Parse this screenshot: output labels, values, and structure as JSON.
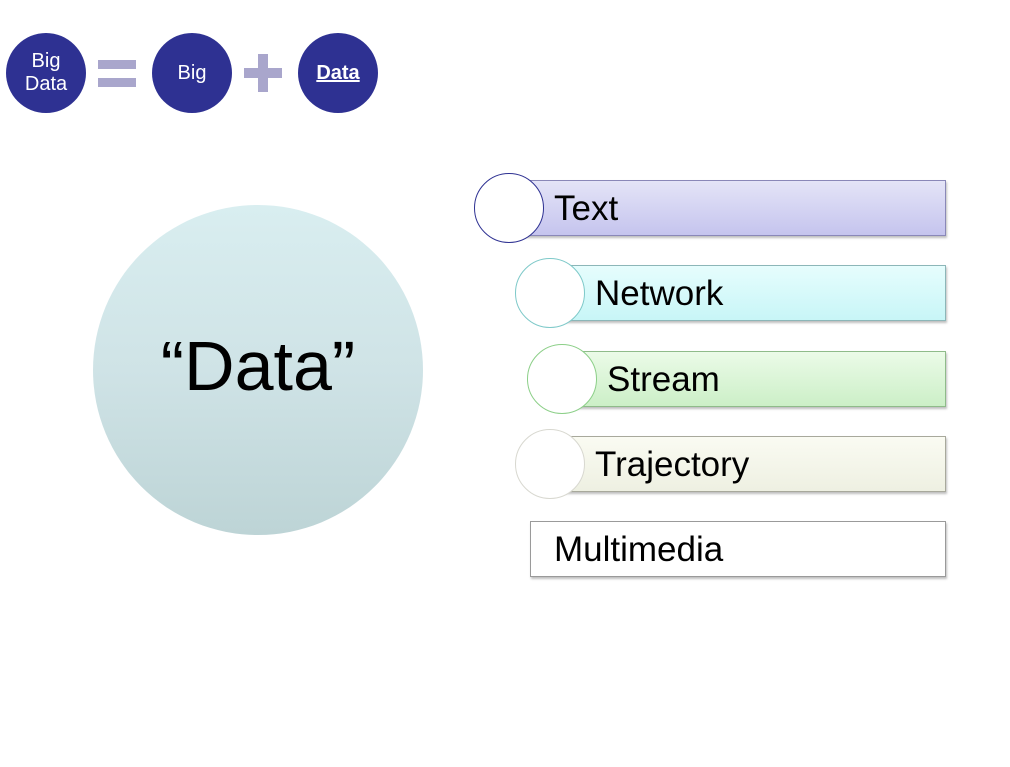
{
  "header": {
    "items": [
      {
        "label": "Big\nData"
      },
      {
        "label": "Big"
      },
      {
        "label": "Data"
      }
    ]
  },
  "main": {
    "circle_label": "“Data”",
    "types": [
      {
        "label": "Text",
        "color": "#c5c4ee"
      },
      {
        "label": "Network",
        "color": "#c8f6f7"
      },
      {
        "label": "Stream",
        "color": "#ccefc7"
      },
      {
        "label": "Trajectory",
        "color": "#eef0e2"
      },
      {
        "label": "Multimedia",
        "color": "#ffffff"
      }
    ]
  },
  "colors": {
    "accent": "#2e3192",
    "operator": "#a9a6cc"
  }
}
